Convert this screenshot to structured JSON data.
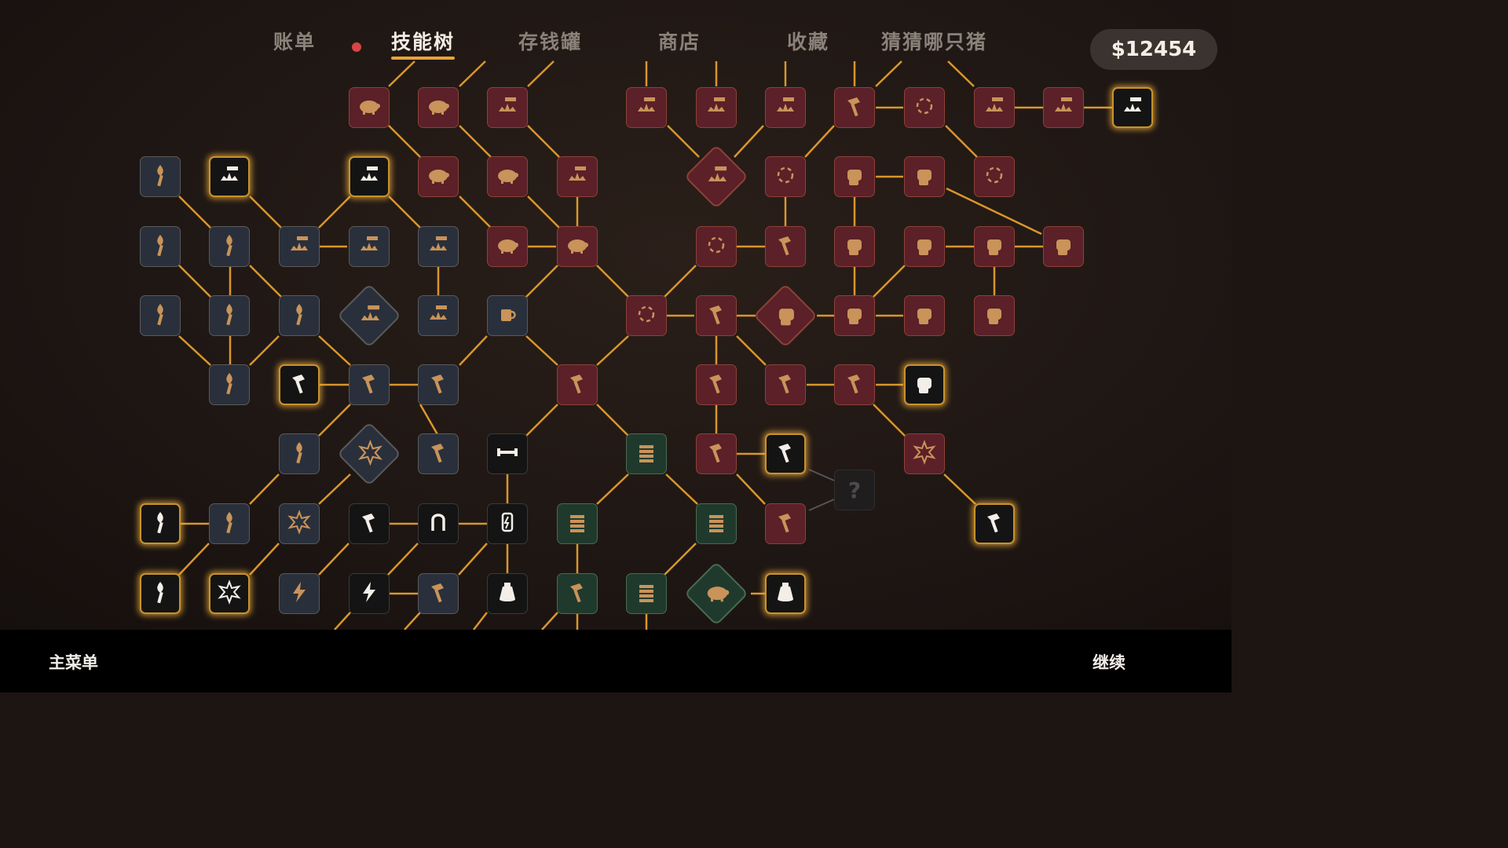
{
  "tabs": [
    {
      "label": "账单",
      "active": false
    },
    {
      "label": "技能树",
      "active": true
    },
    {
      "label": "存钱罐",
      "active": false
    },
    {
      "label": "商店",
      "active": false
    },
    {
      "label": "收藏",
      "active": false
    },
    {
      "label": "猜猜哪只猪",
      "active": false
    }
  ],
  "money": "$12454",
  "footer": {
    "main_menu": "主菜单",
    "continue": "继续"
  },
  "colors": {
    "accent": "#e8a33a",
    "link": "#d9962c"
  },
  "locked_mark": "?"
}
